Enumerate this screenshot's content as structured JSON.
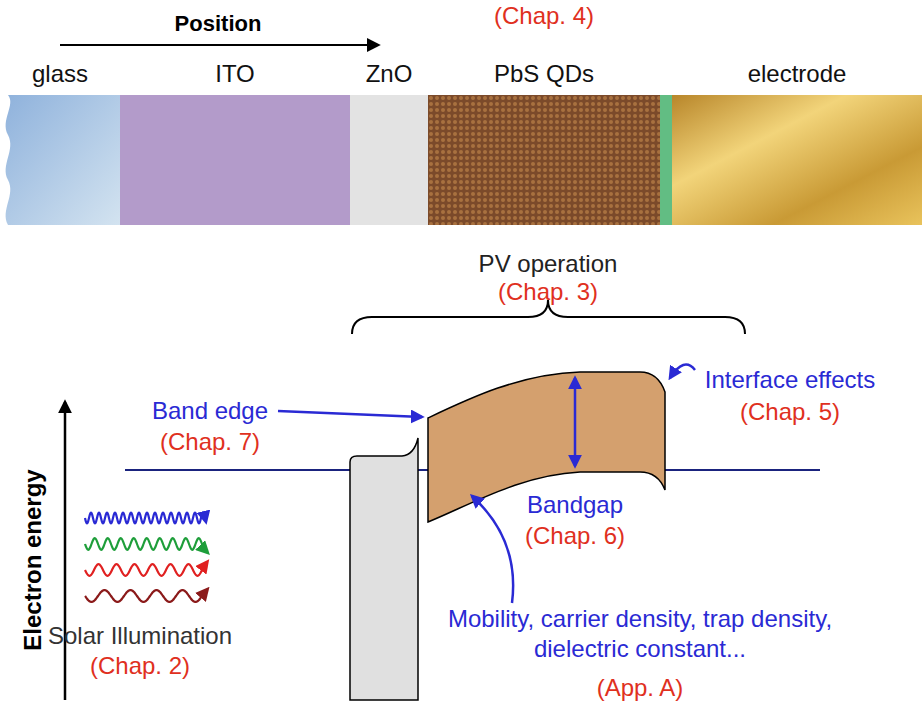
{
  "diagram": {
    "nodes": [
      {
        "text": [
          "glass"
        ]
      },
      {
        "text": [
          "ITO"
        ]
      },
      {
        "text": [
          "ZnO"
        ]
      },
      {
        "text": [
          "(Chap. 4)",
          "PbS QDs"
        ]
      },
      {
        "text": [
          "electrode"
        ]
      }
    ],
    "labels": [
      "Position",
      "PV operation",
      "(Chap. 3)",
      "Interface effects",
      "(Chap. 5)",
      "Band edge",
      "(Chap. 7)",
      "Bandgap",
      "(Chap. 6)",
      "Electron energy",
      "Solar Illumination",
      "(Chap. 2)",
      "Mobility, carrier density, trap density, dielectric constant...",
      "(App. A)"
    ]
  }
}
